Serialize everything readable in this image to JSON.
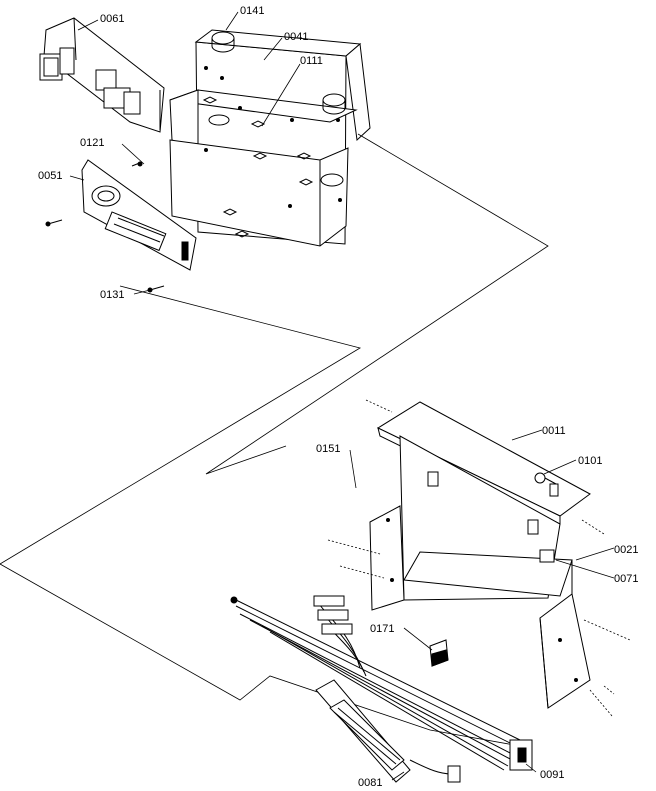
{
  "diagram": {
    "labels": {
      "p0061": "0061",
      "p0141": "0141",
      "p0041": "0041",
      "p0111": "0111",
      "p0121": "0121",
      "p0051": "0051",
      "p0131": "0131",
      "p0011": "0011",
      "p0151": "0151",
      "p0101": "0101",
      "p0021": "0021",
      "p0071": "0071",
      "p0171": "0171",
      "p0081": "0081",
      "p0091": "0091"
    }
  }
}
